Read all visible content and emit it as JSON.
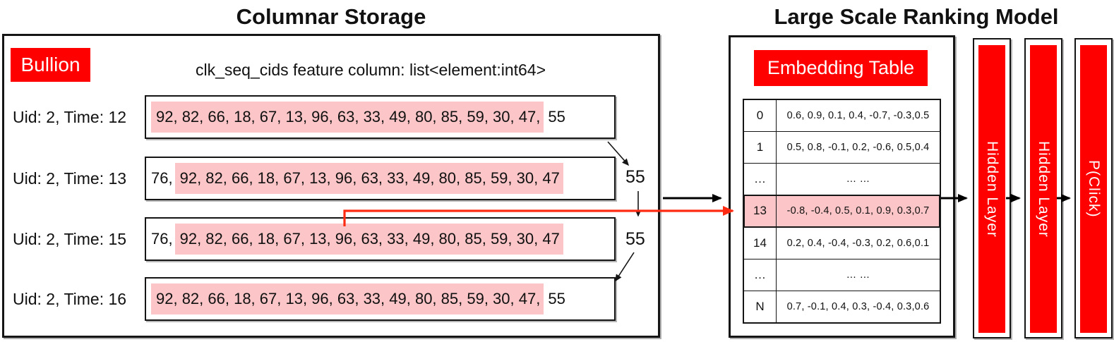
{
  "left_panel": {
    "title": "Columnar Storage",
    "bullion_label": "Bullion",
    "feature_header": "clk_seq_cids feature column: list<element:int64>",
    "rows": [
      {
        "label": "Uid: 2, Time: 12",
        "prefix": "",
        "highlighted": "92, 82, 66, 18, 67, 13, 96, 63, 33, 49, 80, 85, 59, 30, 47,",
        "suffix": "55"
      },
      {
        "label": "Uid: 2, Time: 13",
        "prefix": "76,",
        "highlighted": "92, 82, 66, 18, 67, 13, 96, 63, 33, 49, 80, 85, 59, 30, 47",
        "suffix": ""
      },
      {
        "label": "Uid: 2, Time: 15",
        "prefix": "76,",
        "highlighted": "92, 82, 66, 18, 67, 13, 96, 63, 33, 49, 80, 85, 59, 30, 47",
        "suffix": ""
      },
      {
        "label": "Uid: 2, Time: 16",
        "prefix": "",
        "highlighted": "92, 82, 66, 18, 67, 13, 96, 63, 33, 49, 80, 85, 59, 30, 47,",
        "suffix": "55"
      }
    ],
    "spill_values": [
      "55",
      "55"
    ]
  },
  "right_panel": {
    "title": "Large Scale Ranking Model",
    "embedding_label": "Embedding Table",
    "embedding_rows": [
      {
        "id": "0",
        "vector": "0.6, 0.9, 0.1, 0.4, -0.7, -0.3,0.5"
      },
      {
        "id": "1",
        "vector": "0.5, 0.8, -0.1, 0.2, -0.6, 0.5,0.4"
      },
      {
        "id": "…",
        "vector": "… …"
      },
      {
        "id": "13",
        "vector": "-0.8, -0.4, 0.5, 0.1, 0.9, 0.3,0.7"
      },
      {
        "id": "14",
        "vector": "0.2, 0.4, -0.4, -0.3, 0.2, 0.6,0.1"
      },
      {
        "id": "…",
        "vector": "… …"
      },
      {
        "id": "N",
        "vector": "0.7, -0.1, 0.4, 0.3, -0.4, 0.3,0.6"
      }
    ],
    "layers": [
      {
        "label": "Hidden Layer"
      },
      {
        "label": "Hidden Layer"
      },
      {
        "label": "P(Click)"
      }
    ]
  },
  "colors": {
    "accent_red": "#fe0000",
    "highlight_pink": "#fcc5c7",
    "arrow_red": "#fe2a12",
    "line_black": "#151515"
  }
}
